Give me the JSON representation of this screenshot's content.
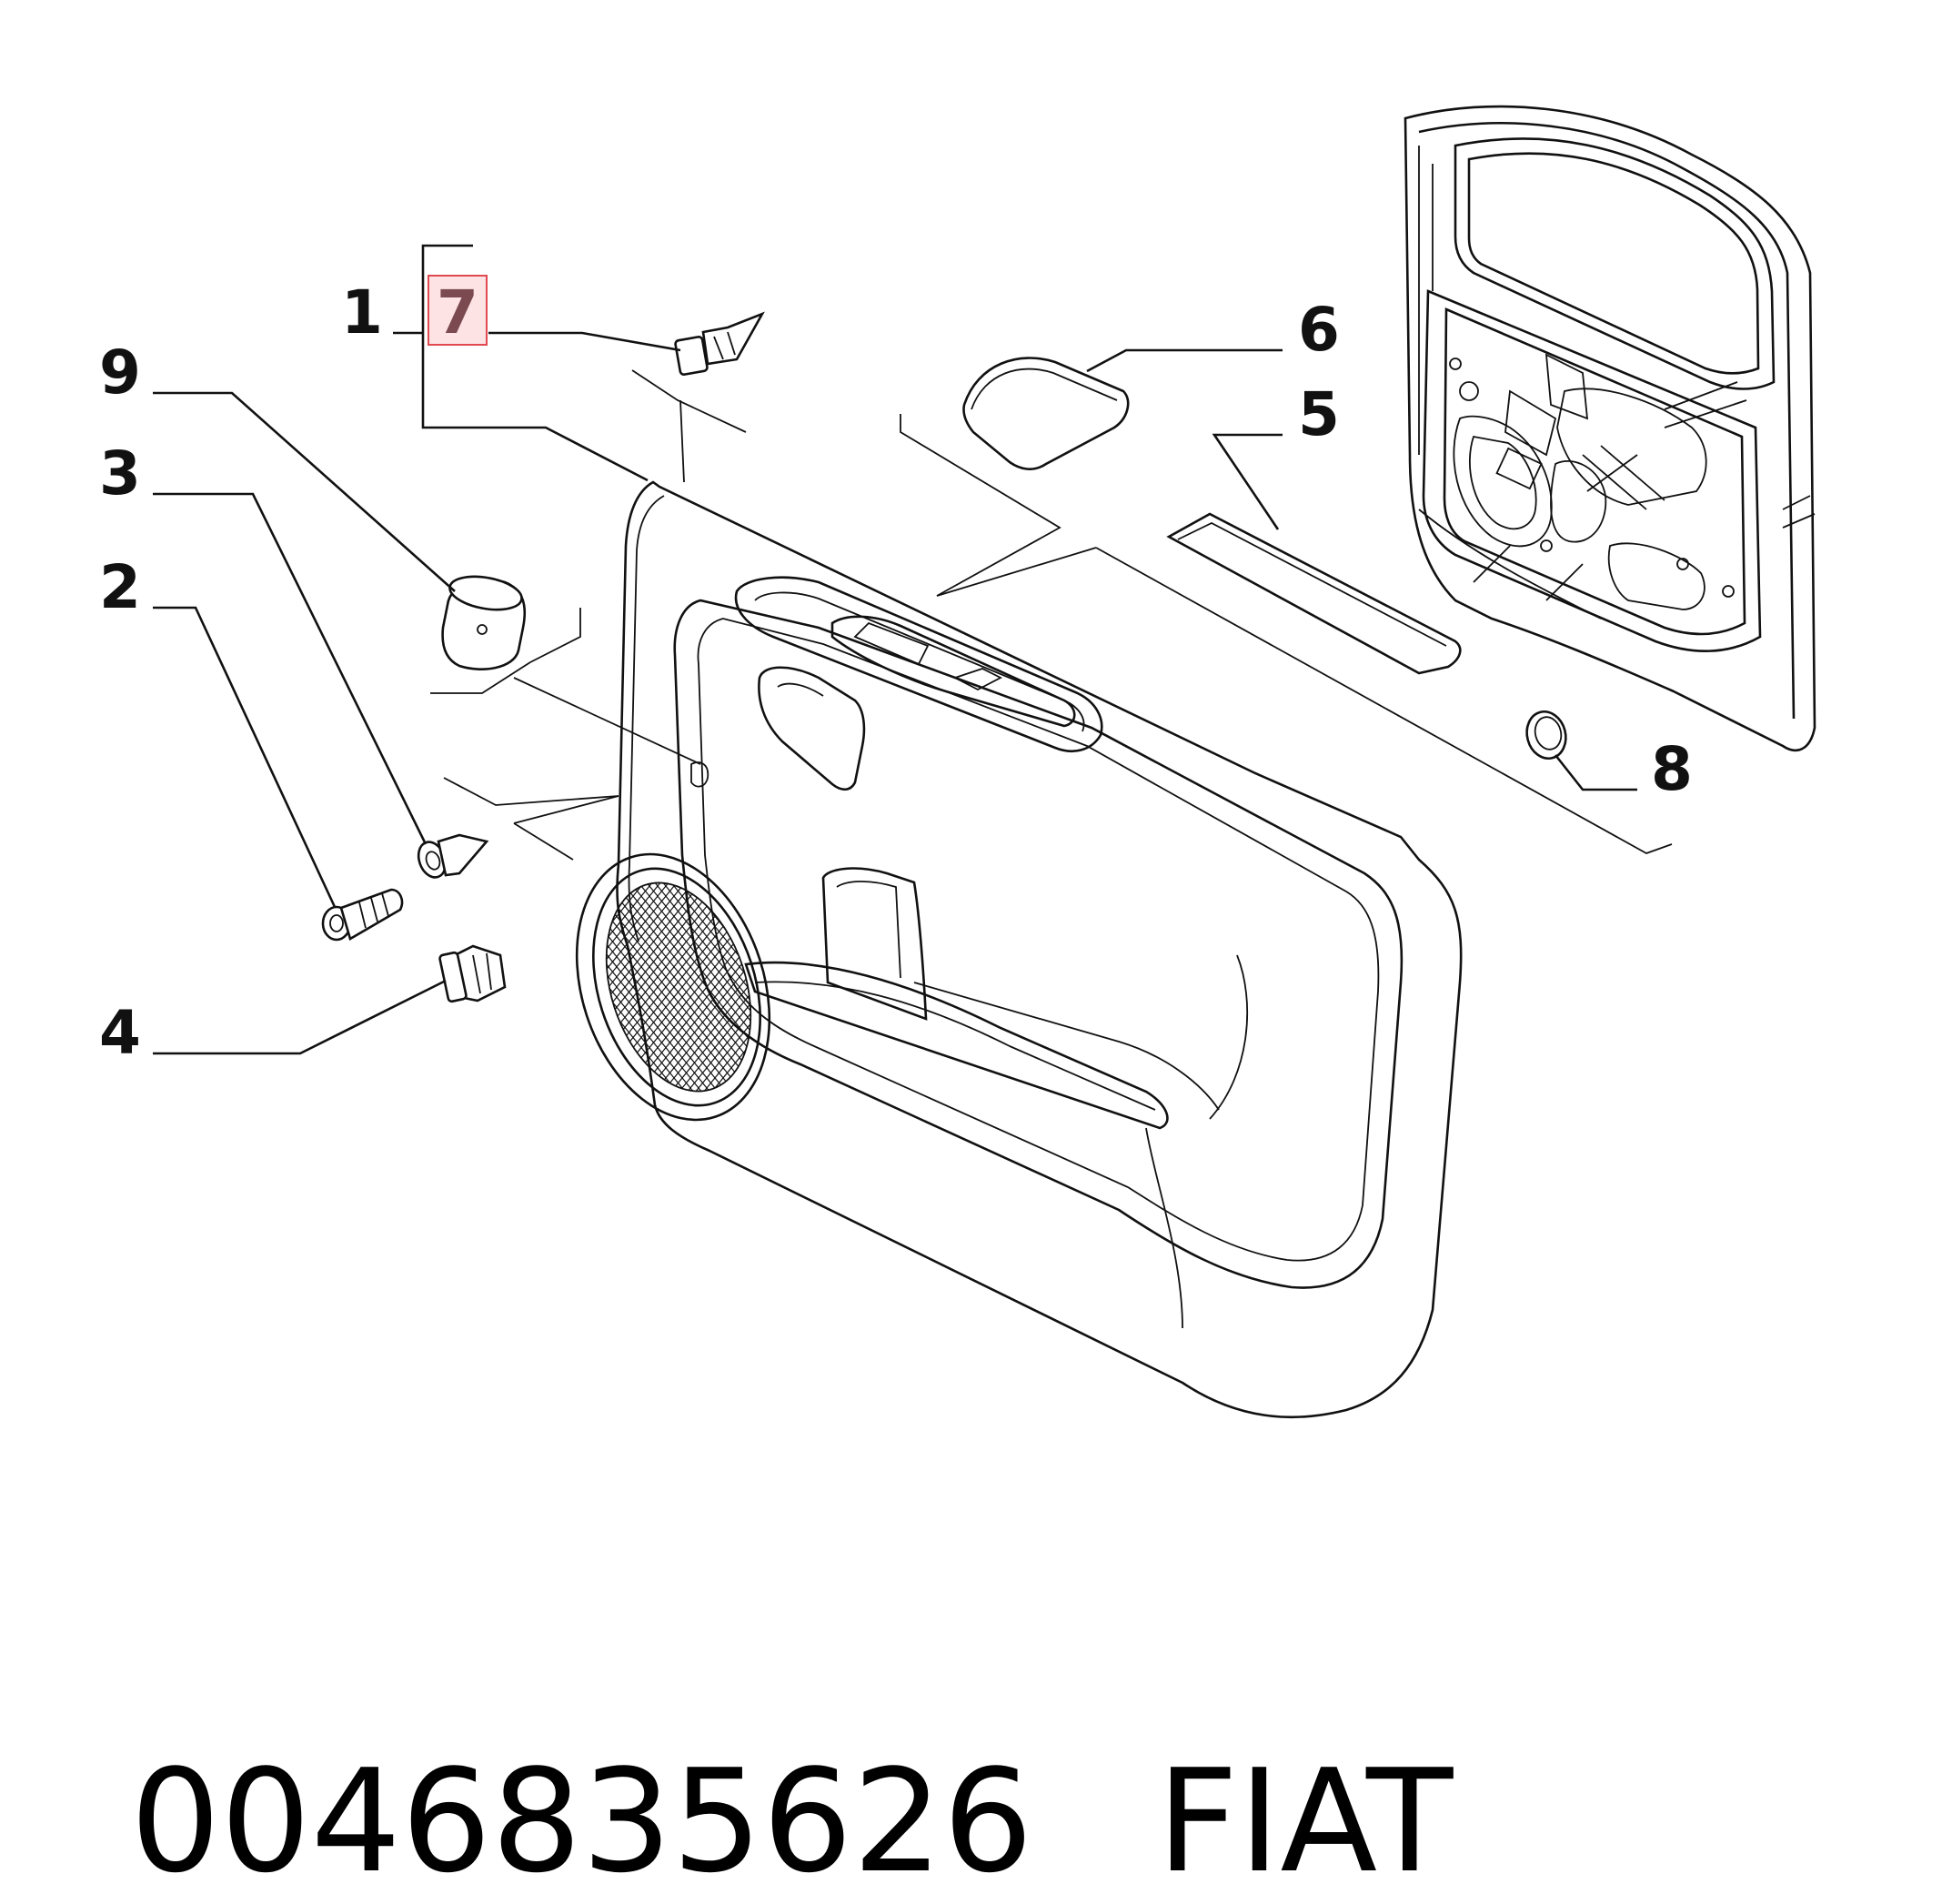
{
  "callouts": [
    {
      "id": "1",
      "label": "1"
    },
    {
      "id": "7",
      "label": "7",
      "highlighted": true
    },
    {
      "id": "9",
      "label": "9"
    },
    {
      "id": "3",
      "label": "3"
    },
    {
      "id": "2",
      "label": "2"
    },
    {
      "id": "4",
      "label": "4"
    },
    {
      "id": "6",
      "label": "6"
    },
    {
      "id": "5",
      "label": "5"
    },
    {
      "id": "8",
      "label": "8"
    }
  ],
  "caption": {
    "part_number": "0046835626",
    "brand": "FIAT"
  },
  "colors": {
    "highlight_border": "#e0494f",
    "highlight_fill": "#fde3e4",
    "highlight_text": "#7a4a50",
    "line": "#111111"
  }
}
